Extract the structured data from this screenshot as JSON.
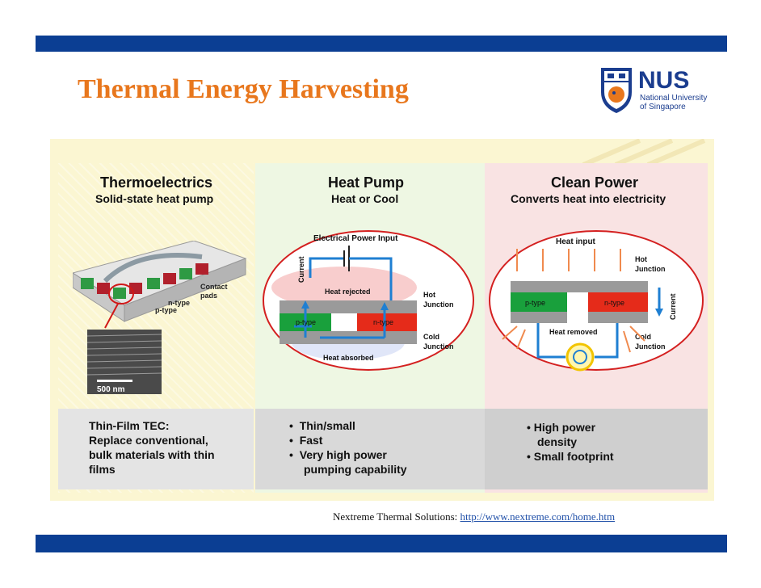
{
  "slide": {
    "title": "Thermal Energy Harvesting",
    "logo": {
      "name": "NUS",
      "line1": "National University",
      "line2": "of Singapore"
    }
  },
  "left": {
    "title": "Thermoelectrics",
    "subtitle": "Solid-state heat pump",
    "labels": {
      "contact": "Contact",
      "pads": "pads",
      "n_type": "n-type",
      "p_type": "p-type",
      "scale": "500 nm"
    },
    "box_lines": [
      "Thin-Film TEC:",
      "Replace conventional,",
      "bulk materials with thin",
      "films"
    ]
  },
  "middle": {
    "title": "Heat Pump",
    "subtitle": "Heat or Cool",
    "labels": {
      "power": "Electrical Power Input",
      "current": "Current",
      "rejected": "Heat rejected",
      "hot1": "Hot",
      "hot2": "Junction",
      "cold1": "Cold",
      "cold2": "Junction",
      "p_type": "p-type",
      "n_type": "n-type",
      "absorbed": "Heat absorbed"
    },
    "bullets": [
      "Thin/small",
      "Fast",
      "Very high power",
      "pumping capability"
    ]
  },
  "right": {
    "title": "Clean Power",
    "subtitle": "Converts heat into electricity",
    "labels": {
      "input": "Heat input",
      "hot1": "Hot",
      "hot2": "Junction",
      "p_type": "p-type",
      "n_type": "n-type",
      "current": "Current",
      "removed": "Heat removed",
      "cold1": "Cold",
      "cold2": "Junction"
    },
    "bullets": [
      "High power",
      "density",
      "Small footprint"
    ]
  },
  "credit": {
    "text": "Nextreme Thermal Solutions:",
    "url": "http://www.nextreme.com/home.htm"
  },
  "colors": {
    "bar": "#0b3e93",
    "title": "#e8771d",
    "green": "#19a03c",
    "red": "#e52b1a",
    "blue": "#1f7fd2"
  }
}
